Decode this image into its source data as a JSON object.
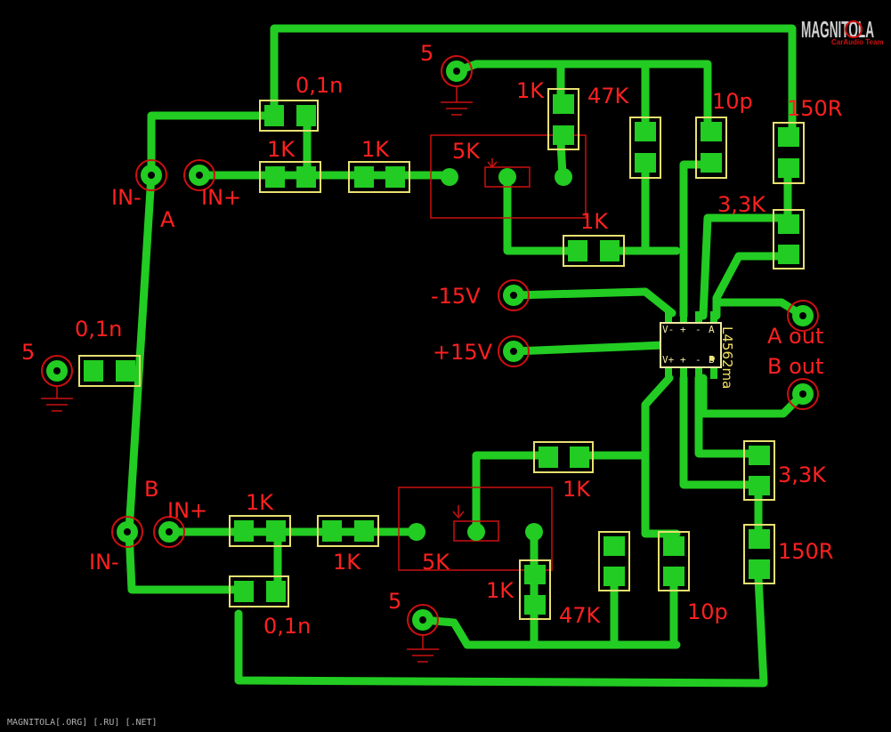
{
  "logo": {
    "main": "MAGNITOLA",
    "sub": "CarAudio Team"
  },
  "footer": "MAGNITOLA[.ORG] [.RU] [.NET]",
  "chip": {
    "name": "L4562ma",
    "pins_top": [
      "A",
      "-",
      "+",
      "V-"
    ],
    "pins_bottom": [
      "V+",
      "B",
      "-",
      "+"
    ]
  },
  "labels": {
    "a": "A",
    "b": "B",
    "in_minus_a": "IN-",
    "in_plus_a": "IN+",
    "in_minus_b": "IN-",
    "in_plus_b": "IN+",
    "gnd_top": "5",
    "gnd_left": "5",
    "gnd_bottom": "5",
    "c_a_in": "0,1n",
    "c_left": "0,1n",
    "c_b_in": "0,1n",
    "r_a_1k_1": "1K",
    "r_a_1k_2": "1K",
    "r_a_1k_3": "1K",
    "r_a_1k_4": "1K",
    "pot_a": "5K",
    "r_a_47k": "47K",
    "c_a_10p": "10p",
    "r_a_150r": "150R",
    "r_a_33k": "3,3K",
    "neg15": "-15V",
    "pos15": "+15V",
    "a_out": "A out",
    "b_out": "B out",
    "r_b_33k": "3,3K",
    "r_b_150r": "150R",
    "r_b_1k_1": "1K",
    "r_b_1k_2": "1K",
    "r_b_1k_3": "1K",
    "r_b_1k_4": "1K",
    "pot_b": "5K",
    "r_b_47k": "47K",
    "c_b_10p": "10p"
  }
}
